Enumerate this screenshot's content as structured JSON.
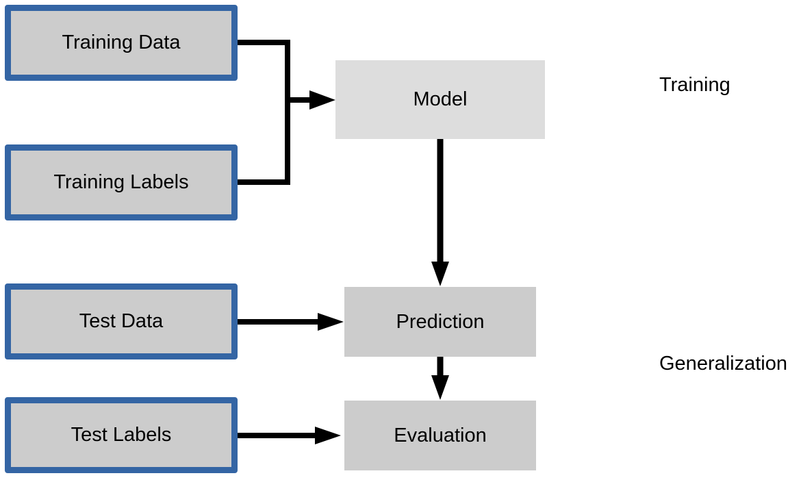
{
  "inputs": {
    "training_data": "Training Data",
    "training_labels": "Training Labels",
    "test_data": "Test Data",
    "test_labels": "Test Labels"
  },
  "stages": {
    "model": "Model",
    "prediction": "Prediction",
    "evaluation": "Evaluation"
  },
  "phases": {
    "training": "Training",
    "generalization": "Generalization"
  },
  "colors": {
    "input_border": "#3465a4",
    "box_fill": "#cccccc",
    "model_fill": "#dddddd",
    "connector": "#000000"
  }
}
